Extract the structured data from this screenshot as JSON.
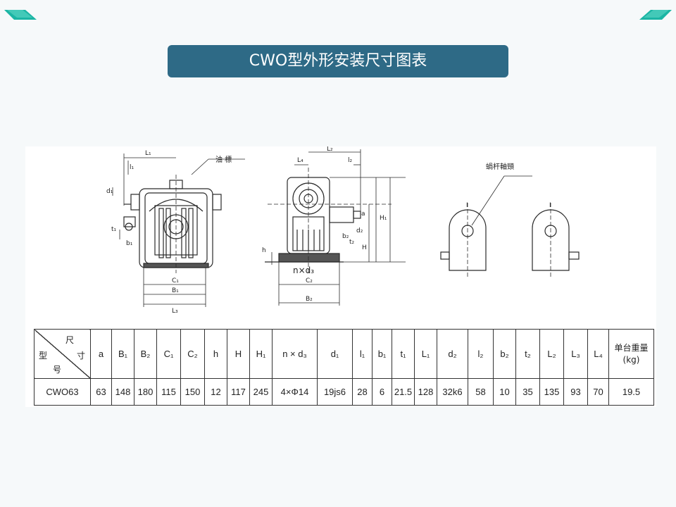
{
  "slide": {
    "title": "CWO型外形安装尺寸图表",
    "accent": "#2e6a86",
    "corner_color": "#1bb5a4"
  },
  "drawing": {
    "label_oil_plug": "油 標",
    "label_worm_journal": "蝸杆軸頸",
    "front_view": {
      "L1": "L₁",
      "l1": "l₁",
      "d1": "d₁",
      "t1": "t₁",
      "b1": "b₁",
      "C1": "C₁",
      "B1": "B₁",
      "L3": "L₃"
    },
    "side_view": {
      "L2": "L₂",
      "L4": "L₄",
      "l2": "l₂",
      "a": "a",
      "H1": "H₁",
      "H": "H",
      "h": "h",
      "d2": "d₂",
      "t2": "t₂",
      "b2": "b₂",
      "ndx": "n×d₃",
      "C2": "C₂",
      "B2": "B₂"
    },
    "section_marks": [
      "I",
      "I"
    ]
  },
  "table": {
    "corner_labels": {
      "size": "尺",
      "cun": "寸",
      "model": "型",
      "hao": "号"
    },
    "headers": [
      "a",
      "B₁",
      "B₂",
      "C₁",
      "C₂",
      "h",
      "H",
      "H₁",
      "n × d₃",
      "d₁",
      "l₁",
      "b₁",
      "t₁",
      "L₁",
      "d₂",
      "l₂",
      "b₂",
      "t₂",
      "L₂",
      "L₃",
      "L₄"
    ],
    "weight_header": {
      "line1": "单台重量",
      "line2": "(kg)"
    },
    "rows": [
      {
        "model": "CWO63",
        "values": [
          "63",
          "148",
          "180",
          "115",
          "150",
          "12",
          "117",
          "245",
          "4×Φ14",
          "19js6",
          "28",
          "6",
          "21.5",
          "128",
          "32k6",
          "58",
          "10",
          "35",
          "135",
          "93",
          "70"
        ],
        "weight": "19.5"
      }
    ]
  }
}
